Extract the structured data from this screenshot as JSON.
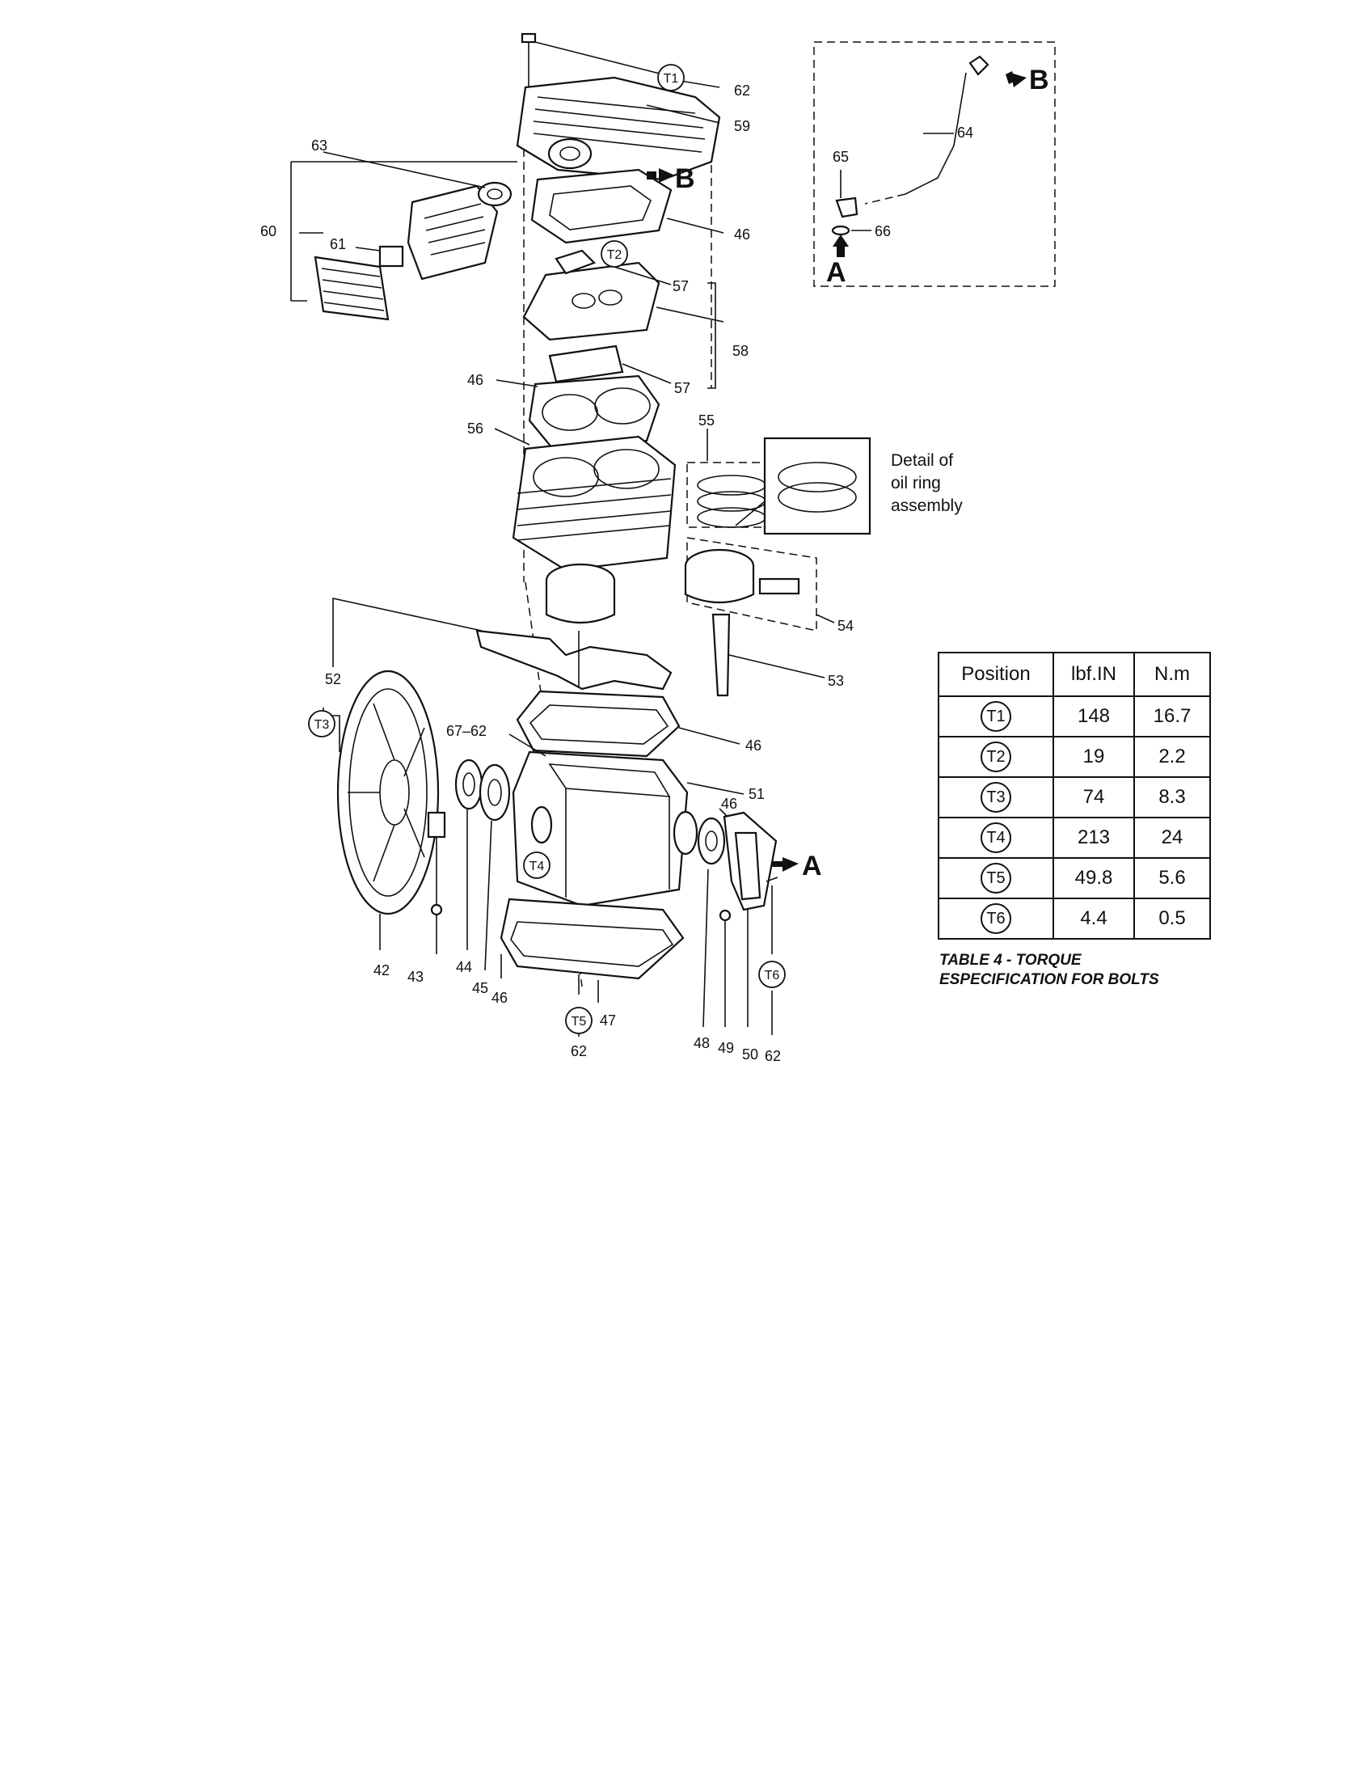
{
  "callouts": {
    "c62_top": "62",
    "c59": "59",
    "c63": "63",
    "c46_a": "46",
    "c60": "60",
    "c61": "61",
    "c57_a": "57",
    "c58": "58",
    "c57_b": "57",
    "c46_b": "46",
    "c56": "56",
    "c55": "55",
    "c54": "54",
    "c52": "52",
    "c53": "53",
    "c67_62": "67–62",
    "c46_c": "46",
    "c51": "51",
    "c46_d": "46",
    "c42": "42",
    "c43": "43",
    "c44": "44",
    "c45": "45",
    "c46_e": "46",
    "c47": "47",
    "c62_bottom": "62",
    "c48": "48",
    "c49": "49",
    "c50": "50",
    "c62_right": "62",
    "c64": "64",
    "c65": "65",
    "c66": "66"
  },
  "torque_markers": {
    "t1": "T1",
    "t2": "T2",
    "t3": "T3",
    "t4": "T4",
    "t5": "T5",
    "t6": "T6"
  },
  "flow_arrows": {
    "a_right": "A",
    "b_head": "B",
    "b_inset": "B",
    "a_inset": "A"
  },
  "detail_note": {
    "line1": "Detail of",
    "line2": "oil ring",
    "line3": "assembly"
  },
  "torque_table": {
    "headers": [
      "Position",
      "lbf.IN",
      "N.m"
    ],
    "rows": [
      {
        "position": "T1",
        "lbf_in": "148",
        "nm": "16.7"
      },
      {
        "position": "T2",
        "lbf_in": "19",
        "nm": "2.2"
      },
      {
        "position": "T3",
        "lbf_in": "74",
        "nm": "8.3"
      },
      {
        "position": "T4",
        "lbf_in": "213",
        "nm": "24"
      },
      {
        "position": "T5",
        "lbf_in": "49.8",
        "nm": "5.6"
      },
      {
        "position": "T6",
        "lbf_in": "4.4",
        "nm": "0.5"
      }
    ],
    "caption_line1": "TABLE 4 - TORQUE",
    "caption_line2": "ESPECIFICATION FOR BOLTS"
  }
}
